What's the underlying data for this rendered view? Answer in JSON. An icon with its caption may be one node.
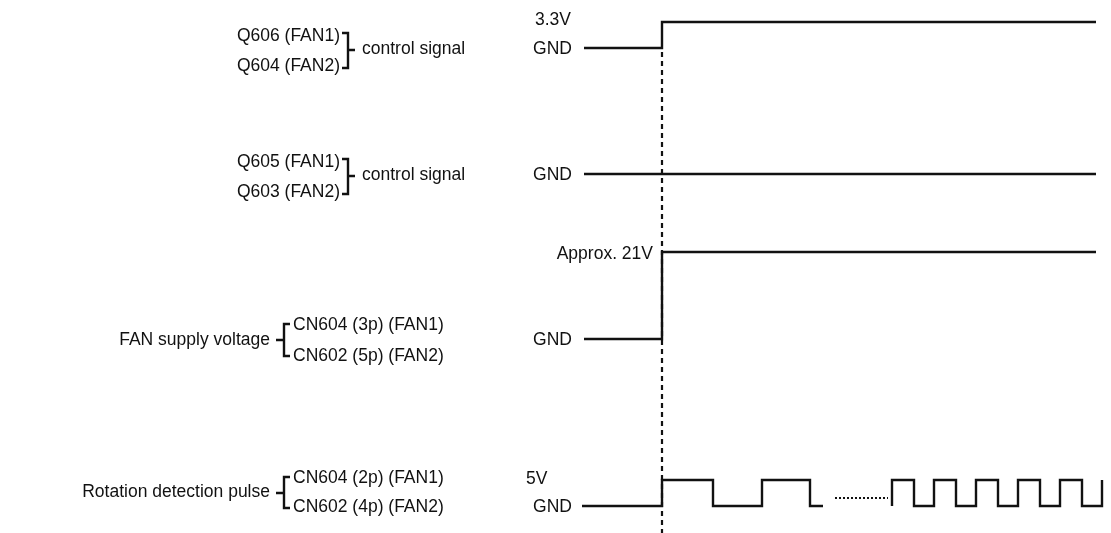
{
  "diagram": {
    "labels": [
      "3.3V",
      "Q606 (FAN1)",
      "control signal",
      "GND",
      "Q604 (FAN2)",
      "Q605 (FAN1)",
      "control signal",
      "GND",
      "Q603 (FAN2)",
      "Approx. 21V",
      "CN604 (3p) (FAN1)",
      "FAN supply voltage",
      "GND",
      "CN602 (5p) (FAN2)",
      "CN604 (2p) (FAN1)",
      "5V",
      "Rotation detection pulse",
      "GND",
      "CN602 (4p) (FAN2)"
    ]
  }
}
